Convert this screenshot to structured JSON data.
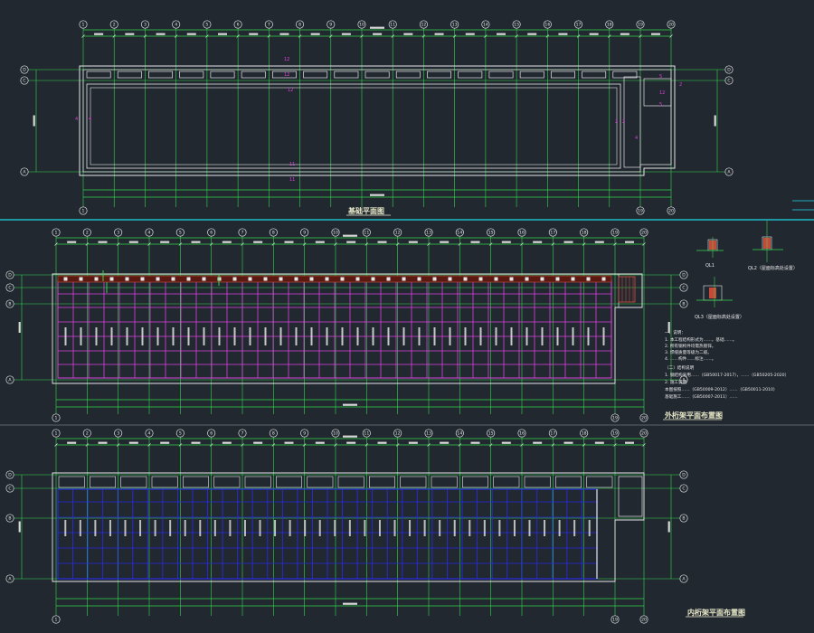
{
  "colors": {
    "background": "#212830",
    "axis_line": "#33d64a",
    "outline": "#e6e6e6",
    "mark": "#e040e0",
    "blue_grid": "#2a2ae0",
    "section_line": "#22d8e8",
    "title_text": "#e8e8c8"
  },
  "axes": {
    "columns": [
      "1",
      "2",
      "3",
      "4",
      "5",
      "6",
      "7",
      "8",
      "9",
      "10",
      "11",
      "12",
      "13",
      "14",
      "15",
      "16",
      "17",
      "18",
      "19",
      "20"
    ],
    "rows_plan1": [
      "D",
      "C",
      "A"
    ],
    "rows_plan2": [
      "D",
      "C",
      "B",
      "A"
    ],
    "rows_plan3": [
      "D",
      "C",
      "B",
      "A"
    ]
  },
  "plan1": {
    "title": "基础平面图",
    "marks": [
      "12",
      "12",
      "12",
      "11",
      "11",
      "4",
      "4",
      "2",
      "2",
      "4",
      "12",
      "2",
      "5",
      "5"
    ]
  },
  "plan2": {
    "title": "外桁架平面布置图",
    "details": [
      {
        "label": "QL1"
      },
      {
        "label": "QL2（屋面标高处设置）"
      },
      {
        "label": "QL3（屋面标高处设置）"
      }
    ],
    "notes": [
      "一、说明：",
      "1. 本工程结构形式为……，基础……。",
      "2. 所有钢构件均需热镀锌。",
      "3. 焊缝质量等级为二级。",
      "4. ……构件……标注……。",
      "（二）结构说明",
      "1. 钢结构采用……（GB50017-2017），……（GB50205-2020）",
      "2. 施工说明",
      "本图按照……（GB50009-2012）……（GB50011-2010）",
      "基础施工……（GB50007-2011）……"
    ]
  },
  "plan3": {
    "title": "内桁架平面布置图"
  }
}
